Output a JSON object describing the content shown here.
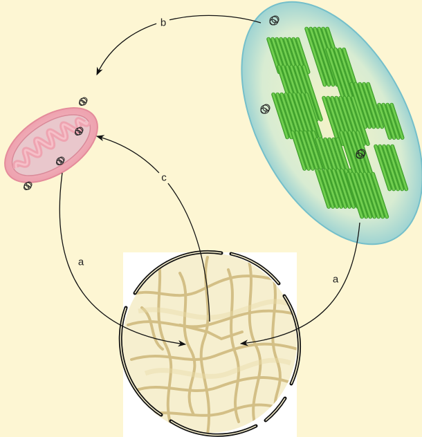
{
  "labels": {
    "arrow_b": "b",
    "arrow_c": "c",
    "arrow_a_left": "a",
    "arrow_a_right": "a"
  },
  "colors": {
    "background": "#fdf6d3",
    "mitochondrion_outer": "#f2a9b4",
    "mitochondrion_inner": "#e8c3c9",
    "chloroplast_outer": "#8ecfd6",
    "chloroplast_inner": "#eef0c4",
    "thylakoid": "#5cbf3c",
    "nucleus_inner": "#f3ecc9",
    "chromatin": "#c9b273",
    "arrow": "#111111"
  }
}
